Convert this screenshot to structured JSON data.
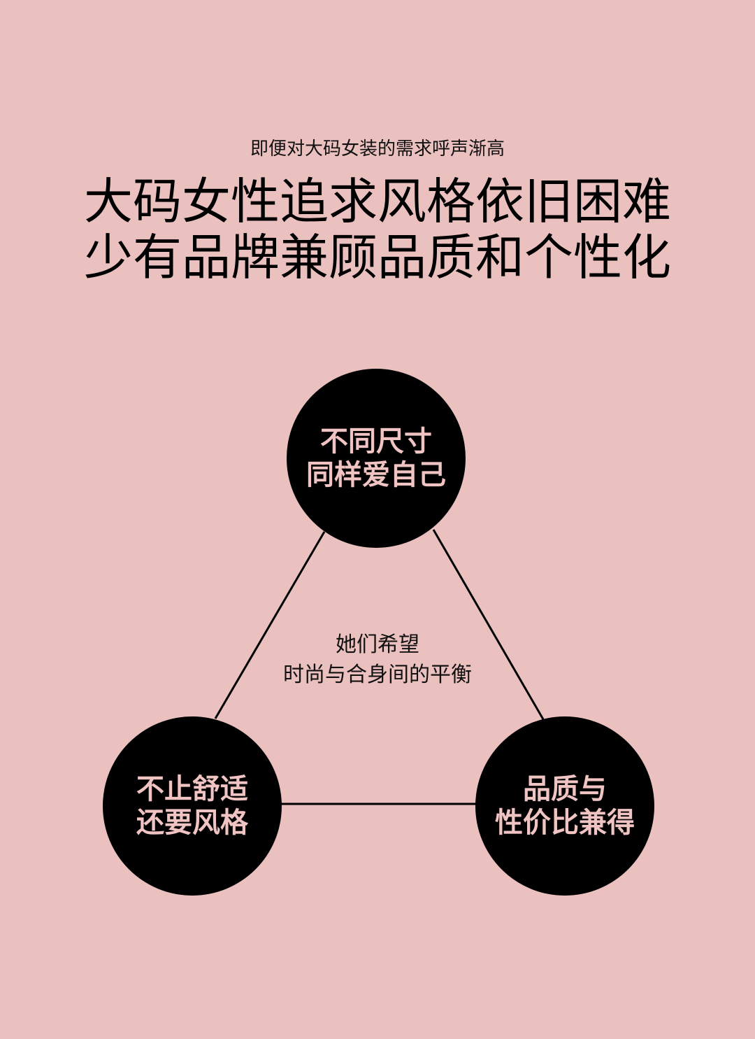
{
  "subtitle": "即便对大码女装的需求呼声渐高",
  "title": {
    "line1": "大码女性追求风格依旧困难",
    "line2": "少有品牌兼顾品质和个性化"
  },
  "nodes": {
    "top": {
      "line1": "不同尺寸",
      "line2": "同样爱自己"
    },
    "left": {
      "line1": "不止舒适",
      "line2": "还要风格"
    },
    "right": {
      "line1": "品质与",
      "line2": "性价比兼得"
    }
  },
  "center": {
    "line1": "她们希望",
    "line2": "时尚与合身间的平衡"
  },
  "colors": {
    "background": "#ebc1c0",
    "circle": "#000000",
    "circle_text": "#f0c4c2"
  }
}
